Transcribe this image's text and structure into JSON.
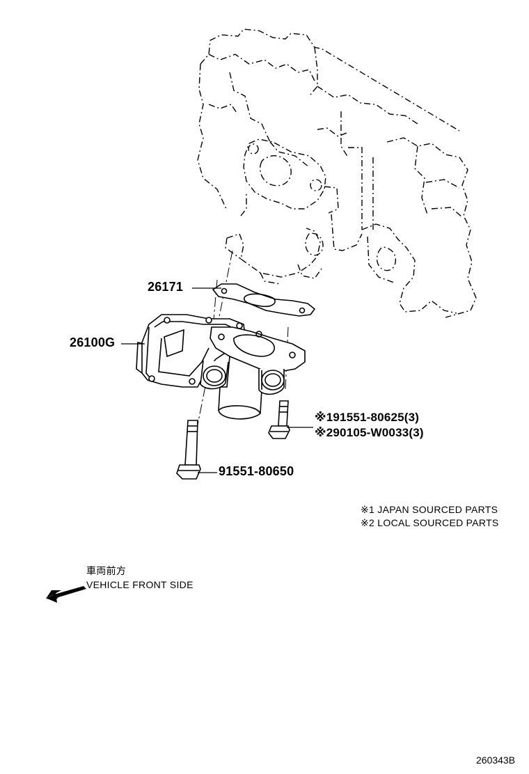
{
  "parts": {
    "gasket": "26171",
    "egr_valve": "26100G",
    "bolt_short_1": "※191551-80625(3)",
    "bolt_short_2": "※290105-W0033(3)",
    "bolt_long": "91551-80650"
  },
  "notes": {
    "note_1": "※1 JAPAN SOURCED PARTS",
    "note_2": "※2 LOCAL SOURCED PARTS"
  },
  "front_indicator": {
    "japanese": "車両前方",
    "english": "VEHICLE FRONT SIDE",
    "icon": "arrow-left-down-icon"
  },
  "diagram_code": "260343B"
}
